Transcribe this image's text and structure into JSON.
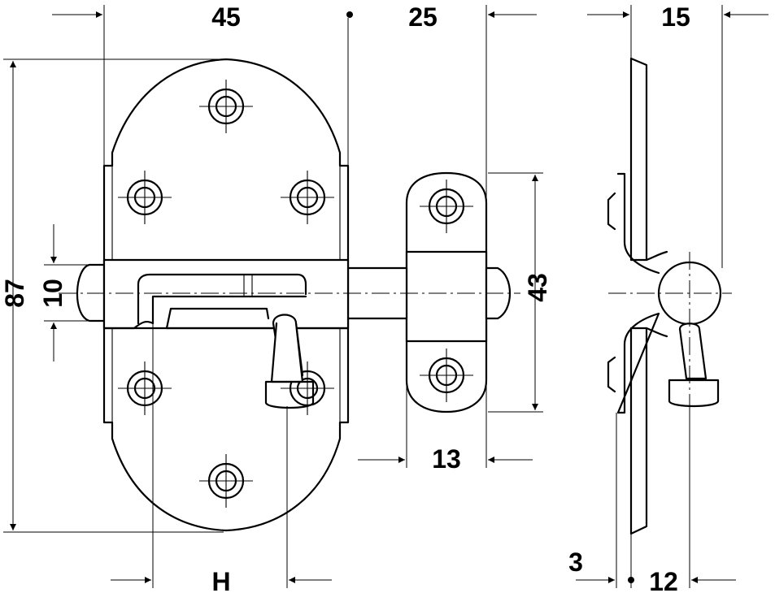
{
  "drawing": {
    "dimensions": {
      "width_45": "45",
      "bolt_offset_25": "25",
      "depth_15": "15",
      "height_87": "87",
      "bolt_dia_10": "10",
      "keeper_43": "43",
      "keeper_13": "13",
      "handle_H": "H",
      "thickness_3": "3",
      "offset_12": "12"
    }
  }
}
